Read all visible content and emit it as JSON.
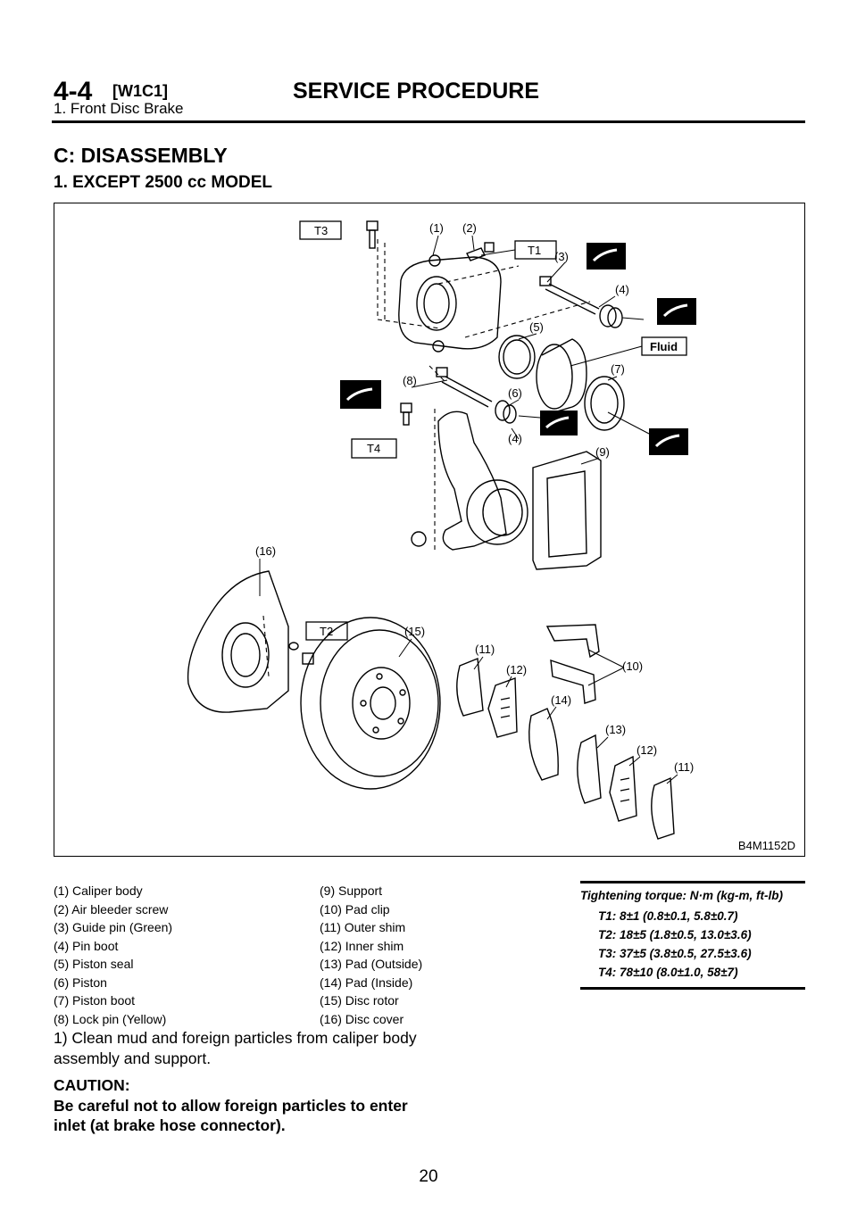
{
  "header": {
    "code": "4-4",
    "tag": "[W1C1]",
    "title": "SERVICE PROCEDURE",
    "subtitle": "1. Front Disc Brake"
  },
  "section_title": "C: DISASSEMBLY",
  "subsection_title": "1. EXCEPT 2500 cc MODEL",
  "figure": {
    "code": "B4M1152D",
    "torque_labels": [
      "T1",
      "T2",
      "T3",
      "T4"
    ],
    "callouts": [
      "(1)",
      "(2)",
      "(3)",
      "(4)",
      "(5)",
      "(6)",
      "(7)",
      "(8)",
      "(4)",
      "(9)",
      "(16)",
      "(15)",
      "(11)",
      "(12)",
      "(10)",
      "(14)",
      "(13)",
      "(12)",
      "(11)"
    ],
    "fluid_label": "Fluid",
    "icons": [
      "grease-icon"
    ]
  },
  "legend": [
    "(1) Caliper body",
    "(2) Air bleeder screw",
    "(3) Guide pin (Green)",
    "(4) Pin boot",
    "(5) Piston seal",
    "(6) Piston",
    "(7) Piston boot",
    "(8) Lock pin (Yellow)",
    "(9) Support",
    "(10) Pad clip",
    "(11) Outer shim",
    "(12) Inner shim",
    "(13) Pad (Outside)",
    "(14) Pad (Inside)",
    "(15) Disc rotor",
    "(16) Disc cover"
  ],
  "torque": {
    "heading": "Tightening torque: N·m (kg-m, ft-lb)",
    "rows": [
      "T1: 8±1 (0.8±0.1, 5.8±0.7)",
      "T2: 18±5 (1.8±0.5, 13.0±3.6)",
      "T3: 37±5 (3.8±0.5, 27.5±3.6)",
      "T4: 78±10 (8.0±1.0, 58±7)"
    ]
  },
  "step1": "1) Clean mud and foreign particles from caliper body assembly and support.",
  "caution": {
    "heading": "CAUTION:",
    "body": "Be careful not to allow foreign particles to enter inlet (at brake hose connector)."
  },
  "page_number": "20"
}
